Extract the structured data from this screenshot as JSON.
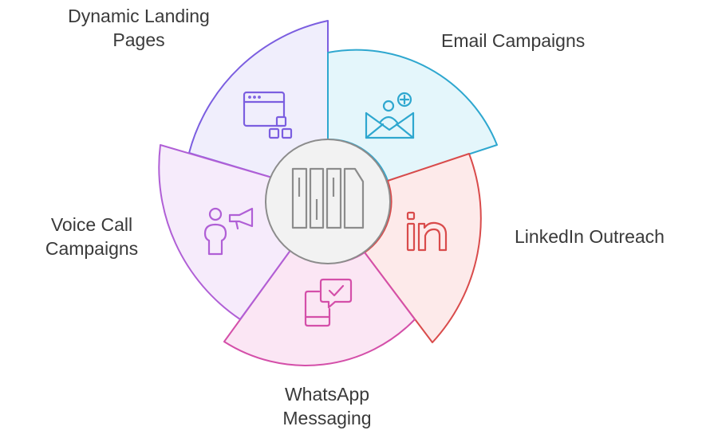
{
  "diagram": {
    "segments": [
      {
        "id": "landing",
        "label_lines": [
          "Dynamic Landing",
          "Pages"
        ],
        "icon": "browser-grid-icon",
        "fill": "#f0eefc",
        "stroke": "#7b5ee0"
      },
      {
        "id": "email",
        "label_lines": [
          "Email Campaigns"
        ],
        "icon": "envelope-user-add-icon",
        "fill": "#e4f6fb",
        "stroke": "#2ea7cf"
      },
      {
        "id": "linkedin",
        "label_lines": [
          "LinkedIn Outreach"
        ],
        "icon": "linkedin-icon",
        "fill": "#fdeaea",
        "stroke": "#d94b4b"
      },
      {
        "id": "whatsapp",
        "label_lines": [
          "WhatsApp",
          "Messaging"
        ],
        "icon": "phone-chat-check-icon",
        "fill": "#fbe6f4",
        "stroke": "#d44fa9"
      },
      {
        "id": "voice",
        "label_lines": [
          "Voice Call",
          "Campaigns"
        ],
        "icon": "person-megaphone-icon",
        "fill": "#f6ebfb",
        "stroke": "#b05fd6"
      }
    ],
    "center": {
      "icon": "bookshelf-icon",
      "fill": "#f2f2f2",
      "stroke": "#8c8c8c"
    }
  }
}
